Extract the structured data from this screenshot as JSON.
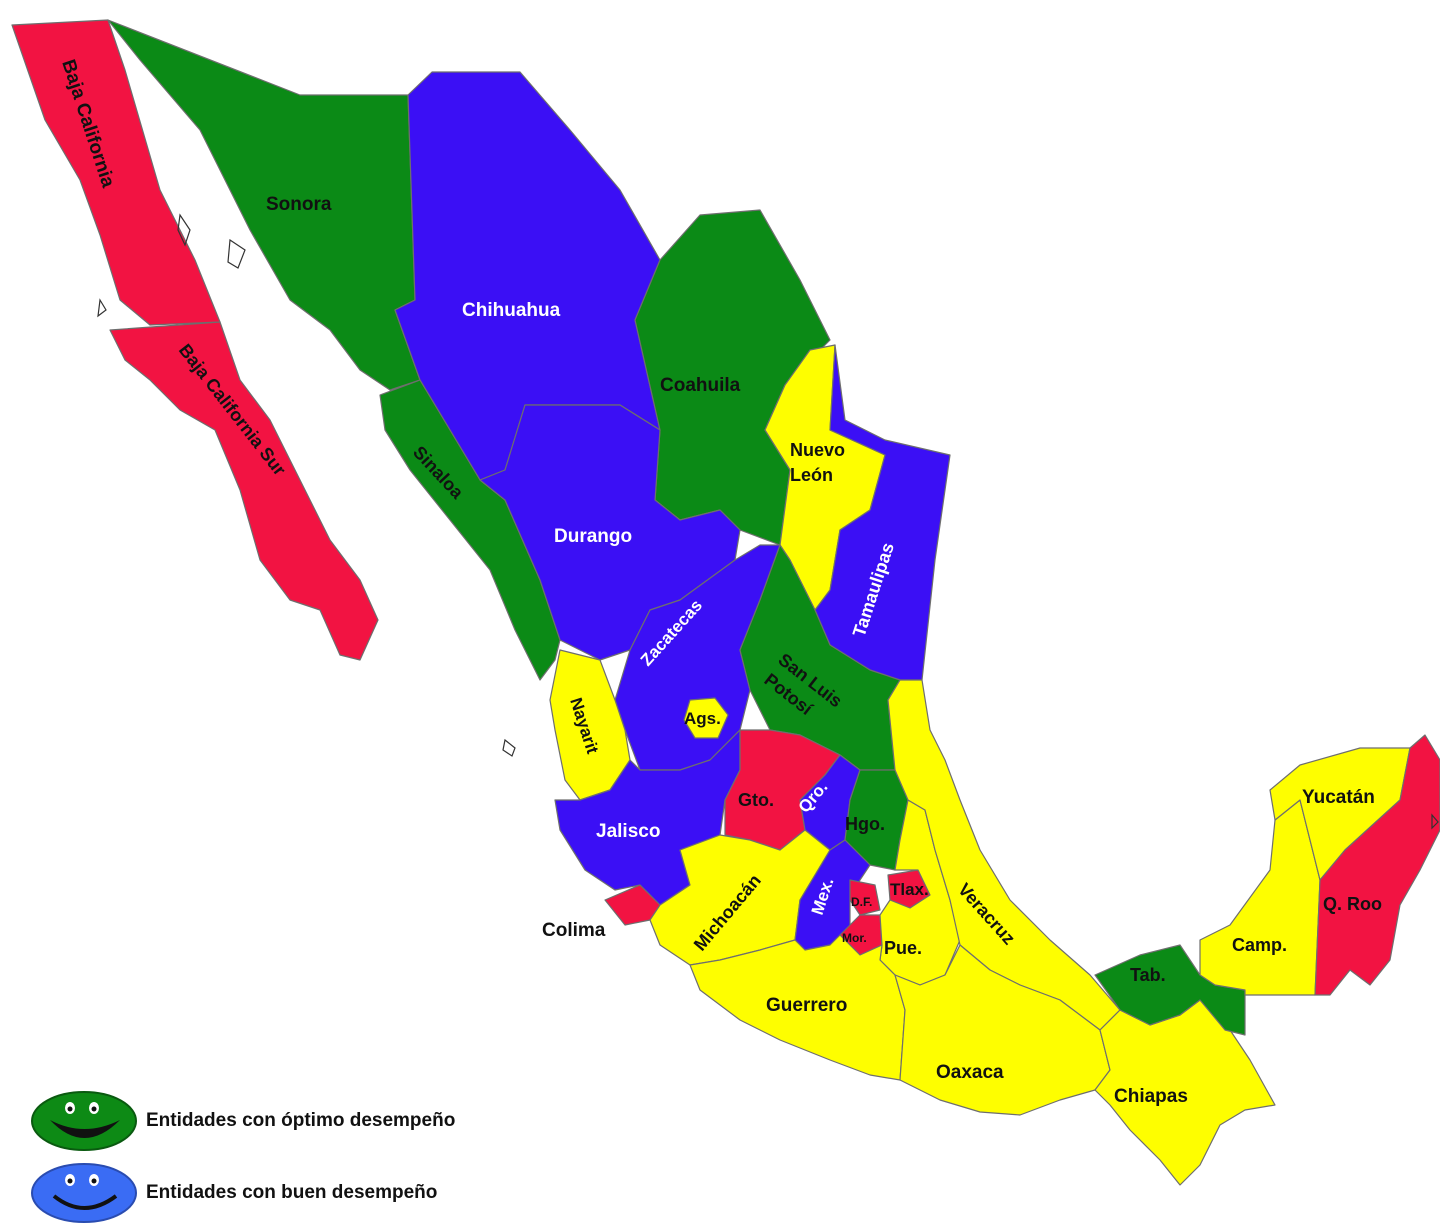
{
  "colors": {
    "green": "#0b8a16",
    "blue": "#3b0ff5",
    "red": "#f21342",
    "yellow": "#fefe00",
    "legend_green": "#0d8a15",
    "legend_blue": "#3a6cf4"
  },
  "states": {
    "baja_california": "Baja California",
    "baja_california_sur": "Baja California Sur",
    "sonora": "Sonora",
    "chihuahua": "Chihuahua",
    "coahuila": "Coahuila",
    "nuevo_leon_1": "Nuevo",
    "nuevo_leon_2": "León",
    "sinaloa": "Sinaloa",
    "durango": "Durango",
    "tamaulipas": "Tamaulipas",
    "zacatecas": "Zacatecas",
    "slp_1": "San Luis",
    "slp_2": "Potosí",
    "nayarit": "Nayarit",
    "ags": "Ags.",
    "jalisco": "Jalisco",
    "gto": "Gto.",
    "qro": "Qro.",
    "hgo": "Hgo.",
    "colima": "Colima",
    "michoacan": "Michoacán",
    "mex": "Mex.",
    "df": "D.F.",
    "tlax": "Tlax.",
    "mor": "Mor.",
    "pue": "Pue.",
    "veracruz": "Veracruz",
    "guerrero": "Guerrero",
    "oaxaca": "Oaxaca",
    "chiapas": "Chiapas",
    "tab": "Tab.",
    "camp": "Camp.",
    "yucatan": "Yucatán",
    "qroo": "Q. Roo"
  },
  "legend": [
    {
      "label": "Entidades con óptimo desempeño",
      "icon": "smiley-face-icon"
    },
    {
      "label": "Entidades con buen desempeño",
      "icon": "smiley-face-icon"
    }
  ]
}
